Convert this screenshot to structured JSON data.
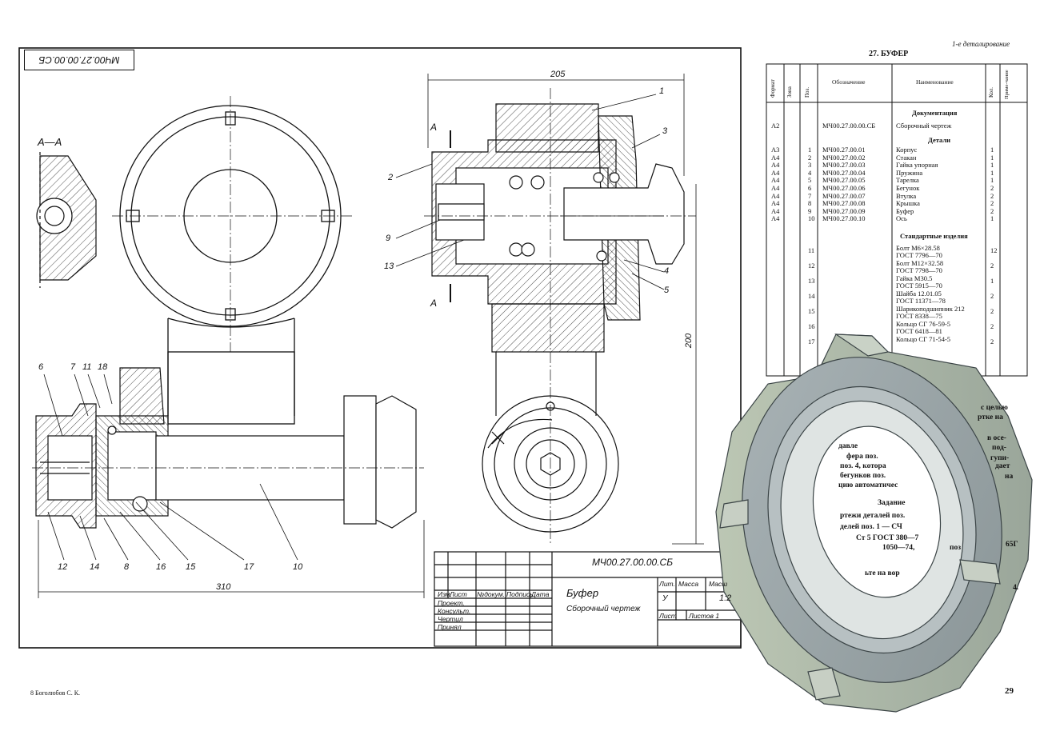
{
  "drawing": {
    "code_stamp": "МЧ00.27.00.00.СБ",
    "section_label": "А—А",
    "section_mark": "А",
    "dimensions": {
      "overall_width": "205",
      "base_length": "310",
      "height": "200"
    },
    "callouts": [
      "1",
      "2",
      "3",
      "4",
      "5",
      "6",
      "7",
      "8",
      "9",
      "10",
      "11",
      "12",
      "13",
      "14",
      "15",
      "16",
      "17",
      "18"
    ]
  },
  "title_block": {
    "code": "МЧ00.27.00.00.СБ",
    "name": "Буфер",
    "doc_type": "Сборочный чертеж",
    "lit_label": "Лит.",
    "mass_label": "Масса",
    "scale_label": "Масш",
    "lit_value": "У",
    "scale_value": "1:2",
    "sheet_label": "Лист",
    "sheets_label": "Листов 1",
    "cols": [
      "Изм.",
      "Лист",
      "№докум.",
      "Подпись",
      "Дата"
    ],
    "rows": [
      "Проект.",
      "Консульт.",
      "Чертил",
      "Принял"
    ]
  },
  "spec": {
    "corner_note": "1-е деталирование",
    "title": "27. БУФЕР",
    "headers": [
      "Формат",
      "Зона",
      "Поз.",
      "Обозначение",
      "Наименование",
      "Кол.",
      "Приме-чание"
    ],
    "section_docs": "Документация",
    "doc_row": {
      "format": "А2",
      "code": "МЧ00.27.00.00.СБ",
      "name": "Сборочный чертеж"
    },
    "section_parts": "Детали",
    "parts": [
      {
        "format": "А3",
        "pos": "1",
        "code": "МЧ00.27.00.01",
        "name": "Корпус",
        "qty": "1"
      },
      {
        "format": "А4",
        "pos": "2",
        "code": "МЧ00.27.00.02",
        "name": "Стакан",
        "qty": "1"
      },
      {
        "format": "А4",
        "pos": "3",
        "code": "МЧ00.27.00.03",
        "name": "Гайка упорная",
        "qty": "1"
      },
      {
        "format": "А4",
        "pos": "4",
        "code": "МЧ00.27.00.04",
        "name": "Пружина",
        "qty": "1"
      },
      {
        "format": "А4",
        "pos": "5",
        "code": "МЧ00.27.00.05",
        "name": "Тарелка",
        "qty": "1"
      },
      {
        "format": "А4",
        "pos": "6",
        "code": "МЧ00.27.00.06",
        "name": "Бегунок",
        "qty": "2"
      },
      {
        "format": "А4",
        "pos": "7",
        "code": "МЧ00.27.00.07",
        "name": "Втулка",
        "qty": "2"
      },
      {
        "format": "А4",
        "pos": "8",
        "code": "МЧ00.27.00.08",
        "name": "Крышка",
        "qty": "2"
      },
      {
        "format": "А4",
        "pos": "9",
        "code": "МЧ00.27.00.09",
        "name": "Буфер",
        "qty": "2"
      },
      {
        "format": "А4",
        "pos": "10",
        "code": "МЧ00.27.00.10",
        "name": "Ось",
        "qty": "1"
      }
    ],
    "section_std": "Стандартные изделия",
    "std": [
      {
        "pos": "11",
        "l1": "Болт М6×28.58",
        "l2": "ГОСТ 7796—70",
        "qty": "12"
      },
      {
        "pos": "12",
        "l1": "Болт М12×32.58",
        "l2": "ГОСТ 7798—70",
        "qty": "2"
      },
      {
        "pos": "13",
        "l1": "Гайка М30.5",
        "l2": "ГОСТ 5915—70",
        "qty": "1"
      },
      {
        "pos": "14",
        "l1": "Шайба 12.01.05",
        "l2": "ГОСТ 11371—78",
        "qty": "2"
      },
      {
        "pos": "15",
        "l1": "Шарикоподшипник 212",
        "l2": "ГОСТ 8338—75",
        "qty": "2"
      },
      {
        "pos": "16",
        "l1": "Кольцо СГ 76-59-5",
        "l2": "ГОСТ 6418—81",
        "qty": "2"
      },
      {
        "pos": "17",
        "l1": "Кольцо СГ 71-54-5",
        "l2": "",
        "qty": "2"
      }
    ]
  },
  "description": [
    "с целью",
    "ртке на",
    "в осе-",
    "давле",
    "под-",
    "фера поз.",
    "гупи-",
    "поз. 4, котора",
    "дает",
    "бегунков поз.",
    "на",
    "цию автоматичес",
    "Задание",
    "ртежи деталей поз.",
    "делей поз. 1 — СЧ",
    "Ст 5 ГОСТ 380—7",
    "1050—74,",
    "поз",
    "65Г",
    "ьте на вор",
    "4."
  ],
  "footer": {
    "left": "8 Боголюбов С. К.",
    "right": "29"
  }
}
